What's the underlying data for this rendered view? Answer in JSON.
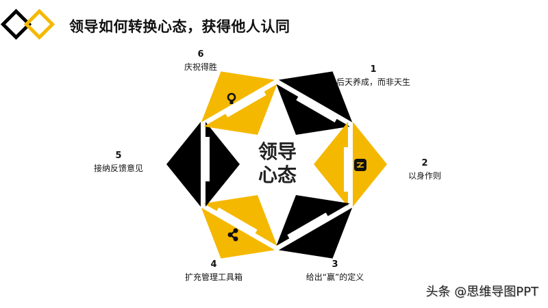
{
  "header": {
    "title": "领导如何转换心态，获得他人认同"
  },
  "colors": {
    "accent": "#F5B800",
    "dark": "#000000",
    "text": "#111111"
  },
  "center": {
    "line1": "领导",
    "line2": "心态"
  },
  "items": [
    {
      "num": "1",
      "text": "后天养成，而非天生",
      "color": "dark",
      "icon": null
    },
    {
      "num": "2",
      "text": "以身作则",
      "color": "accent",
      "icon": "workflow-icon"
    },
    {
      "num": "3",
      "text": "给出“赢”的定义",
      "color": "dark",
      "icon": null
    },
    {
      "num": "4",
      "text": "扩充管理工具箱",
      "color": "accent",
      "icon": "share-icon"
    },
    {
      "num": "5",
      "text": "接纳反馈意见",
      "color": "dark",
      "icon": null
    },
    {
      "num": "6",
      "text": "庆祝得胜",
      "color": "accent",
      "icon": "lightbulb-icon"
    }
  ],
  "watermark": "头条 @思维导图PPT"
}
